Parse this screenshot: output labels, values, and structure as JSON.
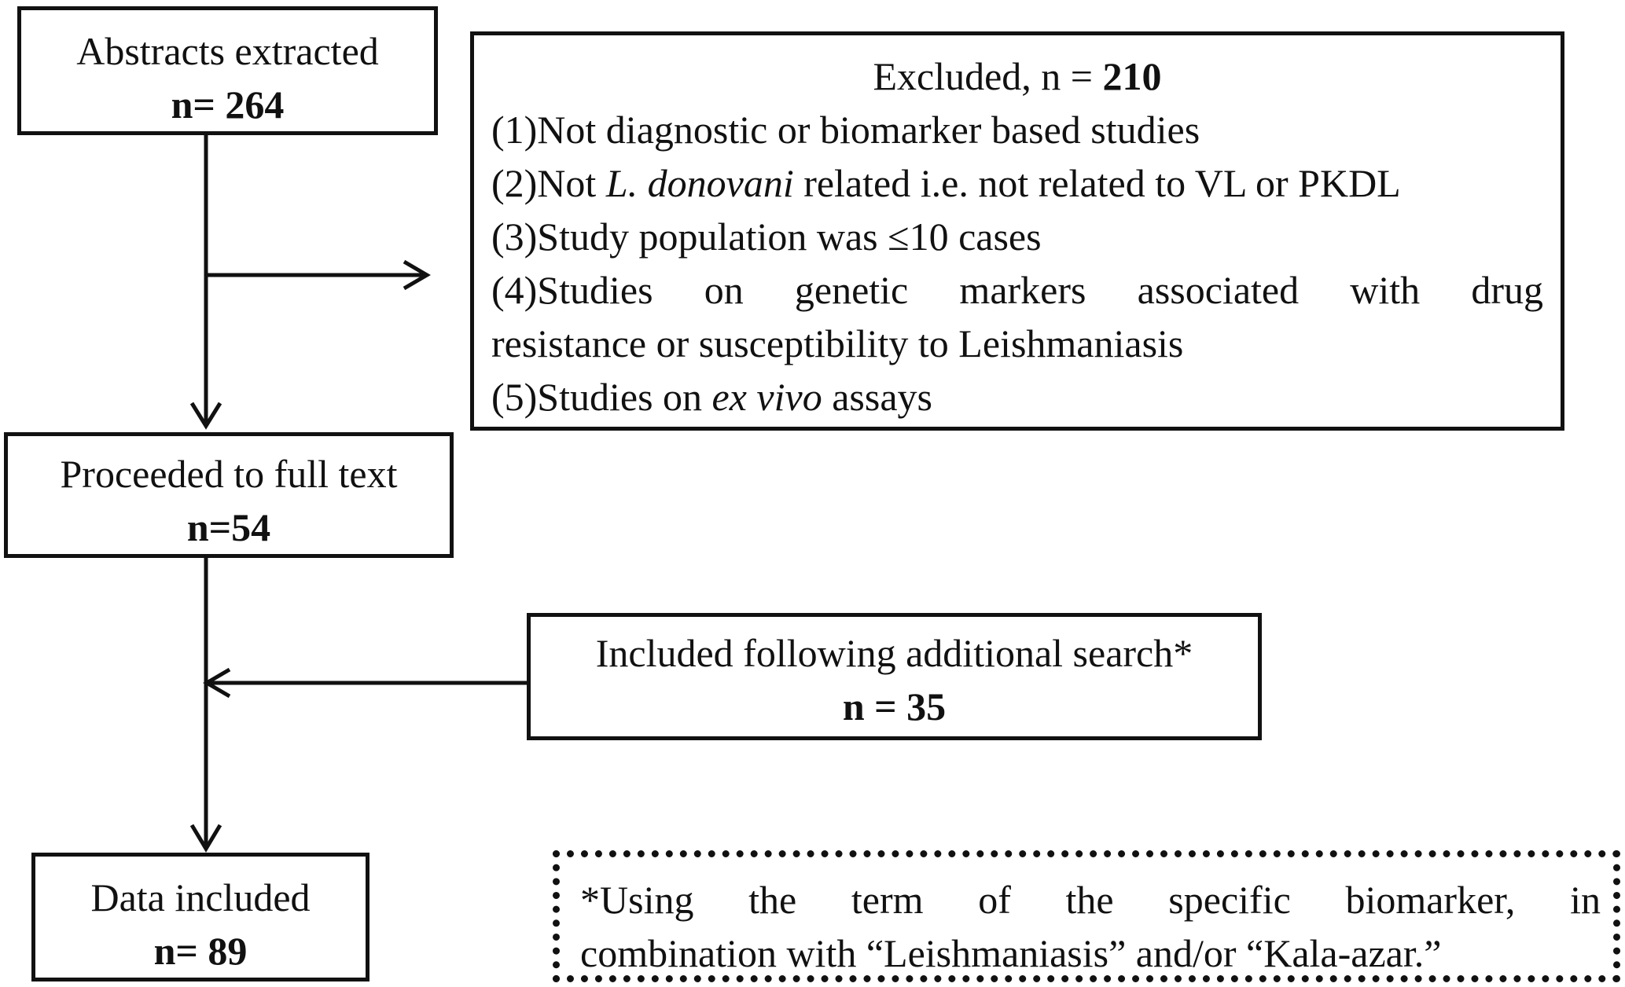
{
  "abstracts": {
    "label": "Abstracts extracted",
    "count": "n= 264"
  },
  "excluded": {
    "title_prefix": "Excluded, n = ",
    "title_count": "210",
    "criteria": [
      {
        "id": "1",
        "text": "(1)Not diagnostic or biomarker based studies"
      },
      {
        "id": "2",
        "pre": "(2)Not ",
        "italic": "L. donovani",
        "post": " related i.e. not related to VL or PKDL"
      },
      {
        "id": "3",
        "text": "(3)Study population was ≤10 cases"
      },
      {
        "id": "4",
        "line1": "(4)Studies on genetic markers associated with drug",
        "line2": "resistance or susceptibility to Leishmaniasis"
      },
      {
        "id": "5",
        "pre": "(5)Studies on ",
        "italic": "ex vivo",
        "post": " assays"
      }
    ]
  },
  "full_text": {
    "label": "Proceeded to full text",
    "count": "n=54"
  },
  "additional": {
    "label": "Included following additional search*",
    "count": "n = 35"
  },
  "data_included": {
    "label": "Data included",
    "count": "n= 89"
  },
  "footnote": {
    "line1": "*Using the term of the specific biomarker, in",
    "line2": "combination with “Leishmaniasis” and/or “Kala-azar.”"
  },
  "colors": {
    "stroke": "#111111",
    "background": "#ffffff"
  }
}
